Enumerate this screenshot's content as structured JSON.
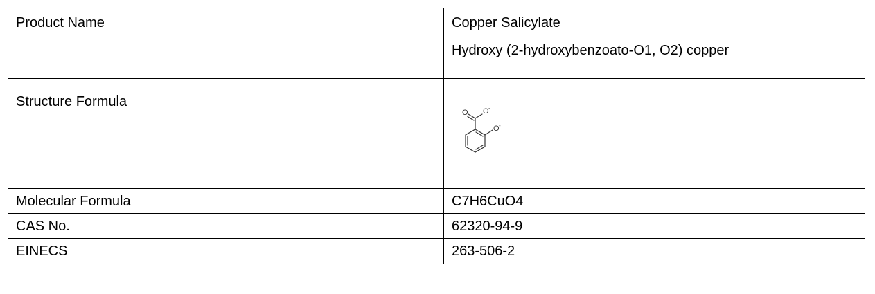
{
  "rows": [
    {
      "label": "Product Name",
      "values": [
        "Copper Salicylate",
        "Hydroxy (2-hydroxybenzoato-O1, O2) copper"
      ]
    },
    {
      "label": "Structure Formula",
      "structure": {
        "icon": "salicylate-dianion-structure-icon",
        "atoms": {
          "carbonyl_oxygen": "O",
          "carboxylate_oxygen": "O",
          "carboxylate_charge": "-",
          "phenoxide_oxygen": "O",
          "phenoxide_charge": "-"
        }
      }
    },
    {
      "label": "Molecular Formula",
      "value": "C7H6CuO4"
    },
    {
      "label": "CAS No.",
      "value": "62320-94-9"
    },
    {
      "label": "EINECS",
      "value": "263-506-2"
    }
  ],
  "colors": {
    "border": "#000000",
    "text": "#000000",
    "structure_stroke": "#333333"
  }
}
